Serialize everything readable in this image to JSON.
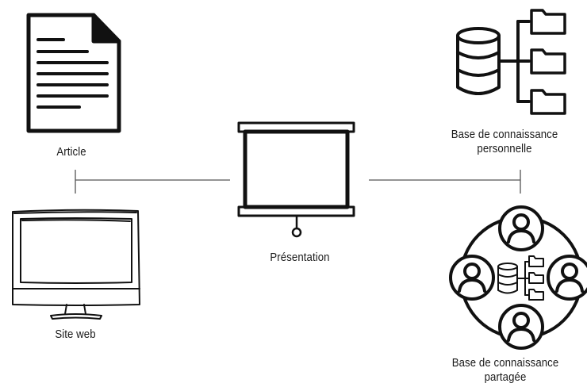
{
  "nodes": {
    "article": {
      "label": "Article",
      "icon": "document-icon"
    },
    "site_web": {
      "label": "Site web",
      "icon": "monitor-icon"
    },
    "presentation": {
      "label": "Présentation",
      "icon": "projector-screen-icon"
    },
    "kb_personnelle": {
      "label_line1": "Base de connaissance",
      "label_line2": "personnelle",
      "icon": "database-folders-icon"
    },
    "kb_partagee": {
      "label_line1": "Base de connaissance",
      "label_line2": "partagée",
      "icon": "shared-database-users-icon"
    }
  },
  "colors": {
    "stroke": "#111111",
    "connector": "#555555",
    "background": "#ffffff"
  }
}
